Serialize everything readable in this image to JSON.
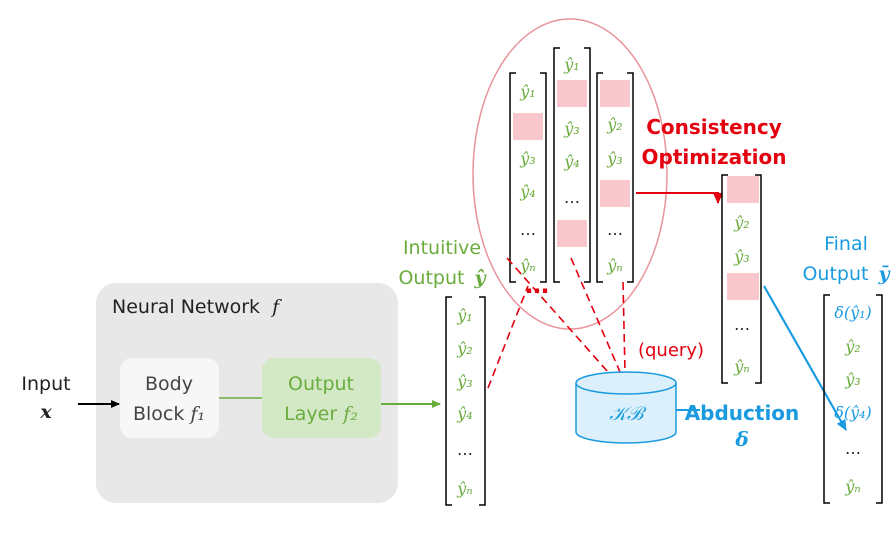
{
  "colors": {
    "green": "#6aac3d",
    "red": "#e3000f",
    "blue": "#1a9be0",
    "pink": "#f9c8cc",
    "nn_box": "#e8e8e8",
    "output_layer_box": "#d3e9c6",
    "body_block_box": "#f7f7f7",
    "ellipse": "#e8949a",
    "db_fill": "#dbf0fb"
  },
  "input": {
    "label": "Input",
    "symbol": "x"
  },
  "neural_network": {
    "label": "Neural Network",
    "symbol": "f"
  },
  "body_block": {
    "line1": "Body",
    "line2": "Block",
    "symbol": "f₁"
  },
  "output_layer": {
    "line1": "Output",
    "line2": "Layer",
    "symbol": "f₂"
  },
  "intuitive_output": {
    "line1": "Intuitive",
    "line2": "Output",
    "symbol": "ŷ"
  },
  "intuitive_vector": [
    "ŷ₁",
    "ŷ₂",
    "ŷ₃",
    "ŷ₄",
    "…",
    "ŷₙ"
  ],
  "candidate_vectors": [
    [
      "ŷ₁",
      "",
      "ŷ₃",
      "ŷ₄",
      "…",
      "ŷₙ"
    ],
    [
      "ŷ₁",
      "",
      "ŷ₃",
      "ŷ₄",
      "…",
      ""
    ],
    [
      "",
      "ŷ₂",
      "ŷ₃",
      "",
      "…",
      "ŷₙ"
    ]
  ],
  "ellipsis_between": "…",
  "consistency": {
    "line1": "Consistency",
    "line2": "Optimization"
  },
  "optimized_vector": [
    "",
    "ŷ₂",
    "ŷ₃",
    "",
    "…",
    "ŷₙ"
  ],
  "query_label": "(query)",
  "knowledge_base": {
    "symbol": "𝒦ℬ"
  },
  "abduction": {
    "label": "Abduction",
    "symbol": "δ"
  },
  "final_output": {
    "line1": "Final",
    "line2": "Output",
    "symbol": "ȳ"
  },
  "final_vector": [
    "δ(ŷ₁)",
    "ŷ₂",
    "ŷ₃",
    "δ(ŷ₄)",
    "…",
    "ŷₙ"
  ]
}
